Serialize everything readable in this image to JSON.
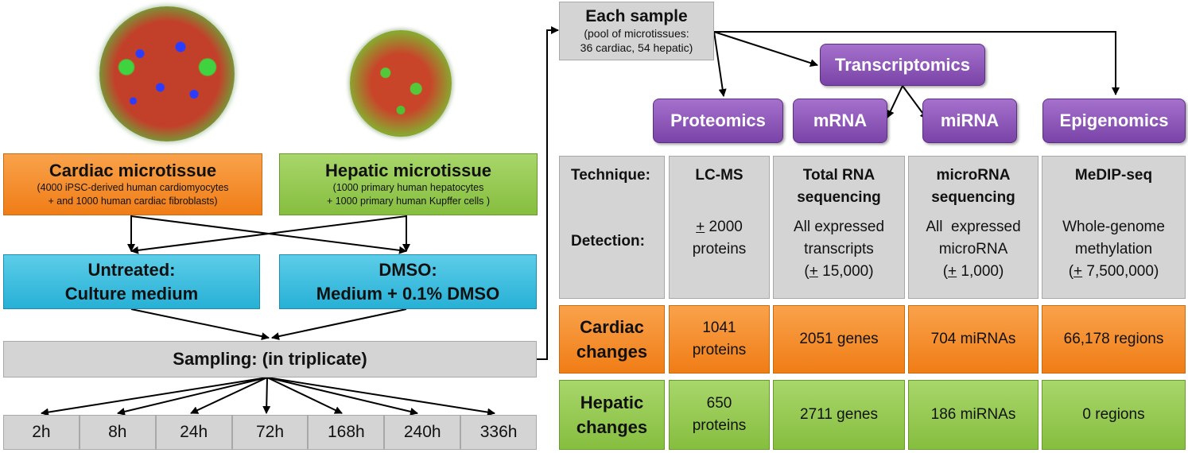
{
  "left": {
    "cardiac": {
      "title": "Cardiac microtissue",
      "desc_line1": "(4000 iPSC-derived human cardiomyocytes",
      "desc_line2": "+  and 1000 human cardiac fibroblasts)"
    },
    "hepatic": {
      "title": "Hepatic microtissue",
      "desc_line1": "(1000 primary human hepatocytes",
      "desc_line2": "+ 1000 primary human Kupffer cells )"
    },
    "untreated": {
      "line1": "Untreated:",
      "line2": "Culture medium"
    },
    "dmso": {
      "line1": "DMSO:",
      "line2": "Medium + 0.1% DMSO"
    },
    "sampling": "Sampling: (in triplicate)",
    "timepoints": [
      "2h",
      "8h",
      "24h",
      "72h",
      "168h",
      "240h",
      "336h"
    ]
  },
  "right": {
    "each_sample": {
      "title": "Each sample",
      "desc_line1": "(pool of microtissues:",
      "desc_line2": "36 cardiac, 54 hepatic)"
    },
    "transcriptomics": "Transcriptomics",
    "omics": [
      "Proteomics",
      "mRNA",
      "miRNA",
      "Epigenomics"
    ],
    "labels": {
      "technique": "Technique:",
      "detection": "Detection:",
      "cardiac_1": "Cardiac",
      "cardiac_2": "changes",
      "hepatic_1": "Hepatic",
      "hepatic_2": "changes"
    },
    "columns": [
      {
        "technique_1": "LC-MS",
        "technique_2": "",
        "det_pm": "+",
        "det_1_rest": " 2000",
        "det_2": "proteins",
        "det_3_pm": "",
        "det_3_rest": "",
        "cardiac_1": "1041",
        "cardiac_2": "proteins",
        "hepatic_1": "650",
        "hepatic_2": "proteins"
      },
      {
        "technique_1": "Total RNA",
        "technique_2": "sequencing",
        "det_pm": "",
        "det_1_rest": "All expressed",
        "det_2": "transcripts",
        "det_3_pm": "+",
        "det_3_rest": " 15,000)",
        "cardiac_1": "2051 genes",
        "cardiac_2": "",
        "hepatic_1": "2711 genes",
        "hepatic_2": ""
      },
      {
        "technique_1": "microRNA",
        "technique_2": "sequencing",
        "det_pm": "",
        "det_1_rest": "All  expressed",
        "det_2": "microRNA",
        "det_3_pm": "+",
        "det_3_rest": " 1,000)",
        "cardiac_1": "704 miRNAs",
        "cardiac_2": "",
        "hepatic_1": "186 miRNAs",
        "hepatic_2": ""
      },
      {
        "technique_1": "MeDIP-seq",
        "technique_2": "",
        "det_pm": "",
        "det_1_rest": "Whole-genome",
        "det_2": "methylation",
        "det_3_pm": "+",
        "det_3_rest": " 7,500,000)",
        "cardiac_1": "66,178 regions",
        "cardiac_2": "",
        "hepatic_1": "0 regions",
        "hepatic_2": ""
      }
    ]
  }
}
